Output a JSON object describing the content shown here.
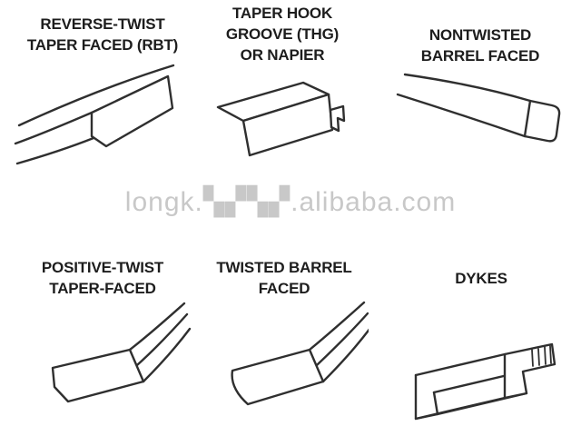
{
  "watermark": {
    "text": "longk.▚▞▚▞.alibaba.com",
    "color": "#c8c8c8"
  },
  "colors": {
    "line": "#2f2f2f",
    "text": "#1d1d1d",
    "background": "#ffffff"
  },
  "cells": [
    {
      "id": "reverse-twist-taper-faced",
      "label": "REVERSE-TWIST\nTAPER FACED (RBT)"
    },
    {
      "id": "taper-hook-groove-napier",
      "label": "TAPER HOOK\nGROOVE (THG)\nOR NAPIER"
    },
    {
      "id": "nontwisted-barrel-faced",
      "label": "NONTWISTED\nBARREL FACED"
    },
    {
      "id": "positive-twist-taper-faced",
      "label": "POSITIVE-TWIST\nTAPER-FACED"
    },
    {
      "id": "twisted-barrel-faced",
      "label": "TWISTED BARREL\nFACED"
    },
    {
      "id": "dykes",
      "label": "DYKES"
    }
  ]
}
